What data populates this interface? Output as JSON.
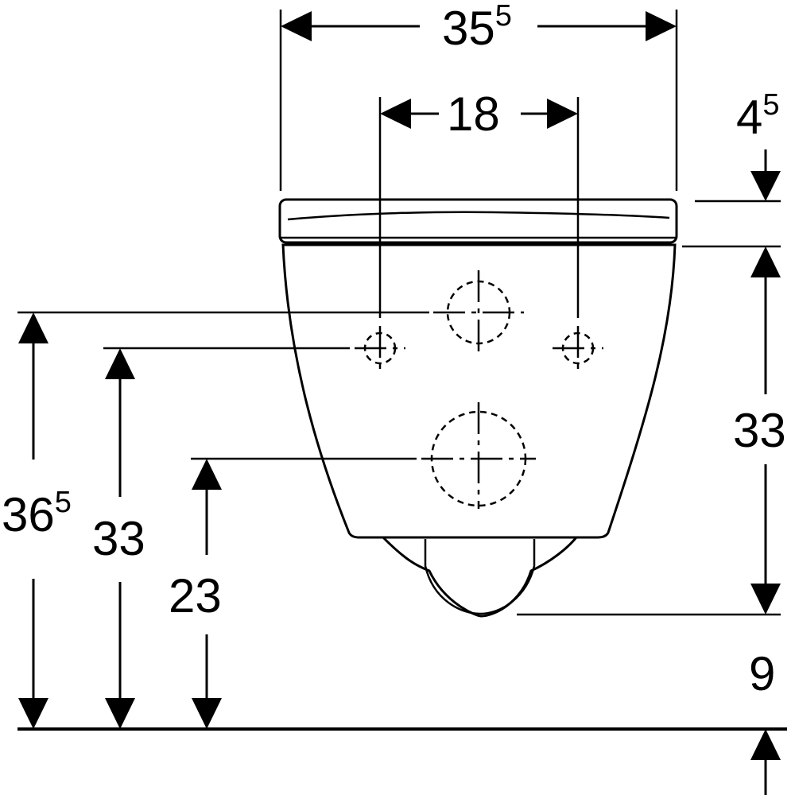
{
  "dimensions": {
    "overall_width": {
      "main": "35",
      "sup": "5"
    },
    "fixing_spacing": {
      "main": "18"
    },
    "seat_thickness": {
      "main": "4",
      "sup": "5"
    },
    "bowl_height_right": {
      "main": "33"
    },
    "bottom_gap": {
      "main": "9"
    },
    "fixing_height_upper": {
      "main": "36",
      "sup": "5"
    },
    "fixing_height_lower": {
      "main": "33"
    },
    "outlet_height": {
      "main": "23"
    }
  }
}
